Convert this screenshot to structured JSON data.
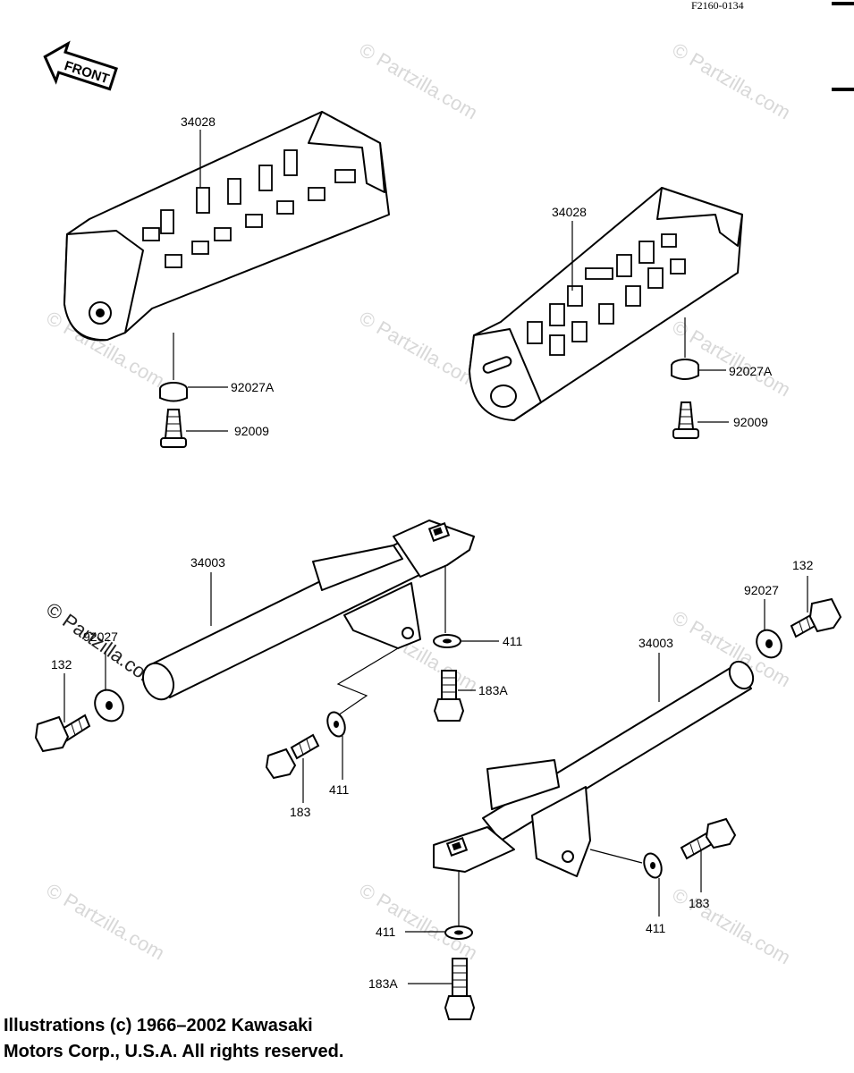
{
  "diagram": {
    "figure_code": "F2160-0134",
    "front_arrow_label": "FRONT",
    "watermark": "© Partzilla.com",
    "callouts": {
      "footpeg_rubber_left": "34028",
      "footpeg_rubber_right": "34028",
      "collar_left": "92027A",
      "collar_right": "92027A",
      "screw_left": "92009",
      "screw_right": "92009",
      "bracket_left": "34003",
      "bracket_right": "34003",
      "washer_left_end": "92027",
      "washer_right_end": "92027",
      "bolt_left_end": "132",
      "bolt_right_end": "132",
      "washer_left_top": "411",
      "washer_left_side": "411",
      "washer_right_side": "411",
      "washer_right_bottom": "411",
      "bolt_left_top": "183A",
      "bolt_right_bottom": "183A",
      "bolt_left_side": "183",
      "bolt_right_side": "183"
    },
    "copyright_line1": "Illustrations (c) 1966–2002 Kawasaki",
    "copyright_line2": "Motors Corp., U.S.A.  All rights reserved."
  }
}
